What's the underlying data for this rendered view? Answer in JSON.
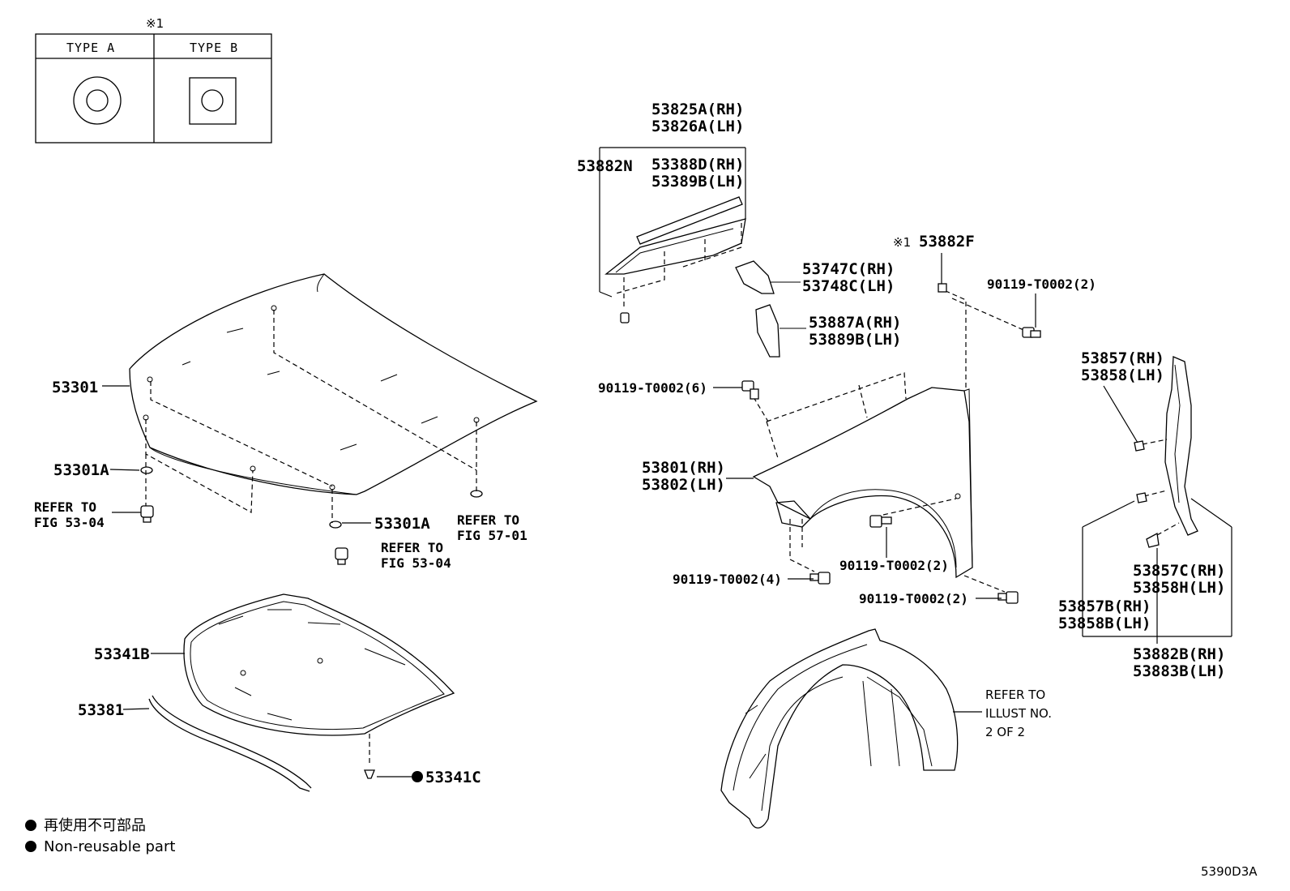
{
  "symbol_note": {
    "mark": "※1",
    "type_a": "TYPE A",
    "type_b": "TYPE B"
  },
  "labels": {
    "p53825a": "53825A(RH)",
    "p53826a": "53826A(LH)",
    "p53882n": "53882N",
    "p53388d": "53388D(RH)",
    "p53389b": "53389B(LH)",
    "p53882f_mark": "※1",
    "p53882f": "53882F",
    "p53747c": "53747C(RH)",
    "p53748c": "53748C(LH)",
    "bolt_2_top": "90119-T0002(2)",
    "p53887a": "53887A(RH)",
    "p53889b": "53889B(LH)",
    "p53857": "53857(RH)",
    "p53858": "53858(LH)",
    "p53301": "53301",
    "bolt_6": "90119-T0002(6)",
    "p53801": "53801(RH)",
    "p53802": "53802(LH)",
    "p53301a_left": "53301A",
    "refer_to_1": "REFER TO",
    "fig_53_04_a": "FIG 53-04",
    "p53301a_mid": "53301A",
    "refer_to_2": "REFER TO",
    "fig_57_01": "FIG 57-01",
    "refer_to_3": "REFER TO",
    "fig_53_04_b": "FIG 53-04",
    "bolt_2_mid": "90119-T0002(2)",
    "bolt_4": "90119-T0002(4)",
    "bolt_2_bot": "90119-T0002(2)",
    "p53857c": "53857C(RH)",
    "p53858h": "53858H(LH)",
    "p53857b": "53857B(RH)",
    "p53858b": "53858B(LH)",
    "p53882b": "53882B(RH)",
    "p53883b": "53883B(LH)",
    "p53341b": "53341B",
    "p53381": "53381",
    "p53341c": "53341C",
    "refer_illust_1": "REFER TO",
    "refer_illust_2": "ILLUST NO.",
    "refer_illust_3": "2 OF 2"
  },
  "legend": {
    "jp": "再使用不可部品",
    "en": "Non-reusable part"
  },
  "figure_code": "5390D3A"
}
